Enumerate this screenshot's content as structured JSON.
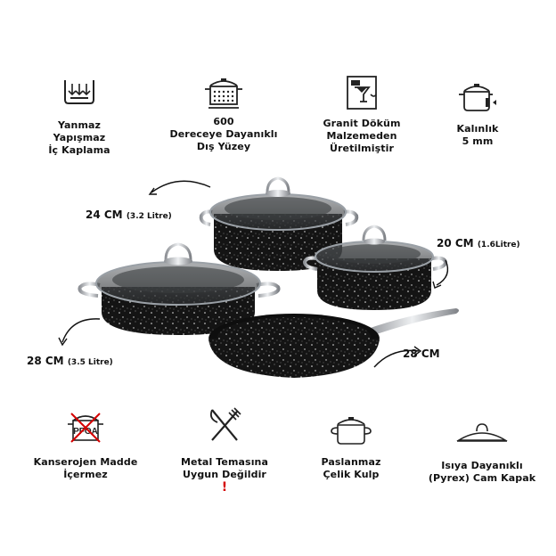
{
  "features_top": [
    {
      "icon": "nonstick-coating-icon",
      "lines": [
        "Yanmaz Yapışmaz",
        "İç Kaplama"
      ]
    },
    {
      "icon": "heat-pot-icon",
      "lines": [
        "600",
        "Dereceye Dayanıklı",
        "Dış Yüzey"
      ]
    },
    {
      "icon": "granite-cast-icon",
      "lines": [
        "Granit Döküm",
        "Malzemeden",
        "Üretilmiştir"
      ]
    },
    {
      "icon": "thickness-pot-icon",
      "lines": [
        "Kalınlık",
        "5 mm"
      ]
    }
  ],
  "features_bottom": [
    {
      "icon": "no-pfoa-icon",
      "lines": [
        "Kanserojen Madde",
        "İçermez"
      ]
    },
    {
      "icon": "fork-knife-icon",
      "lines": [
        "Metal Temasına",
        "Uygun Değildir"
      ],
      "mark": "!"
    },
    {
      "icon": "steel-handle-pot-icon",
      "lines": [
        "Paslanmaz",
        "Çelik Kulp"
      ]
    },
    {
      "icon": "glass-lid-icon",
      "lines": [
        "Isıya Dayanıklı",
        "(Pyrex) Cam Kapak"
      ]
    }
  ],
  "sizes": {
    "pot24": {
      "main": "24 CM",
      "sub": "(3.2 Litre)"
    },
    "pot20": {
      "main": "20 CM",
      "sub": "(1.6Litre)"
    },
    "pot28": {
      "main": "28 CM",
      "sub": "(3.5 Litre)"
    },
    "pan28": {
      "main": "28 CM",
      "sub": ""
    }
  },
  "icon_text": {
    "pfoa": "PFOA"
  },
  "colors": {
    "granite": "#141414",
    "speckle": "#e8e8e8",
    "steel": "#b9bcc0",
    "accent": "#d40000"
  }
}
